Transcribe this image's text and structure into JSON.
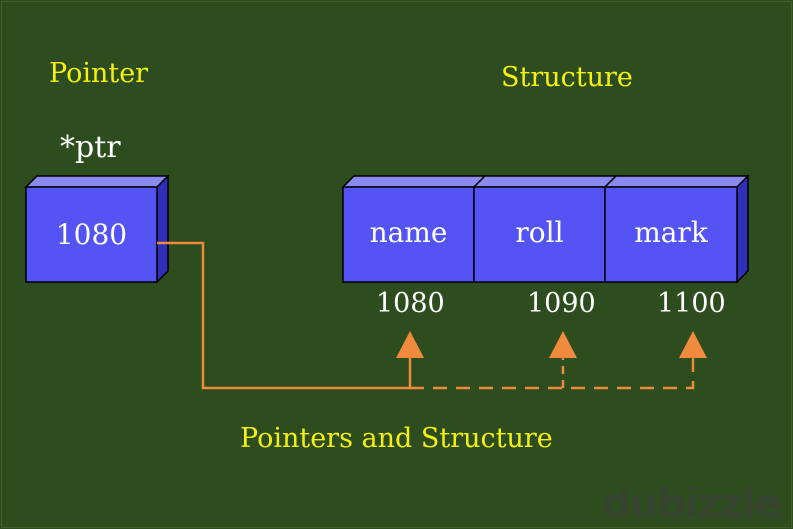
{
  "labels": {
    "pointer": "Pointer",
    "structure": "Structure",
    "ptr": "*ptr",
    "caption": "Pointers and Structure"
  },
  "pointer_box": {
    "value": "1080"
  },
  "structure_fields": [
    {
      "name": "name",
      "address": "1080"
    },
    {
      "name": "roll",
      "address": "1090"
    },
    {
      "name": "mark",
      "address": "1100"
    }
  ],
  "colors": {
    "background": "#2d4d1f",
    "box_fill": "#5454f4",
    "box_top": "#8a8af0",
    "box_side": "#2e2eb8",
    "arrow": "#f08a3c",
    "title_text": "#f5f10f"
  },
  "watermark": "dubizzle"
}
